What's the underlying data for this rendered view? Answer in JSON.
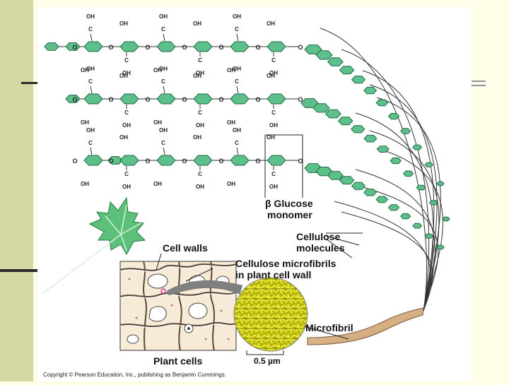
{
  "figure": {
    "labels": {
      "glucose_1": "β Glucose",
      "glucose_2": "monomer",
      "cellulose_1": "Cellulose",
      "cellulose_2": "molecules",
      "microfibrils_1": "Cellulose microfibrils",
      "microfibrils_2": "in plant cell wall",
      "cell_walls": "Cell walls",
      "plant_cells": "Plant cells",
      "microfibril": "Microfibril",
      "scale": "0.5 µm"
    },
    "atoms": {
      "oh": "OH",
      "c": "C",
      "o": "O"
    },
    "copyright": "Copyright © Pearson Education, Inc., publishing as Benjamin Cummings."
  },
  "colors": {
    "ring": "#5dbf8a",
    "ring_stroke": "#1f6a45",
    "leaf": "#5cbf7a",
    "fibril_yellow": "#c8c810",
    "cell_fill": "#f7ebd8",
    "arrow_gray": "#808080",
    "left_band": "#d6d8a4"
  }
}
